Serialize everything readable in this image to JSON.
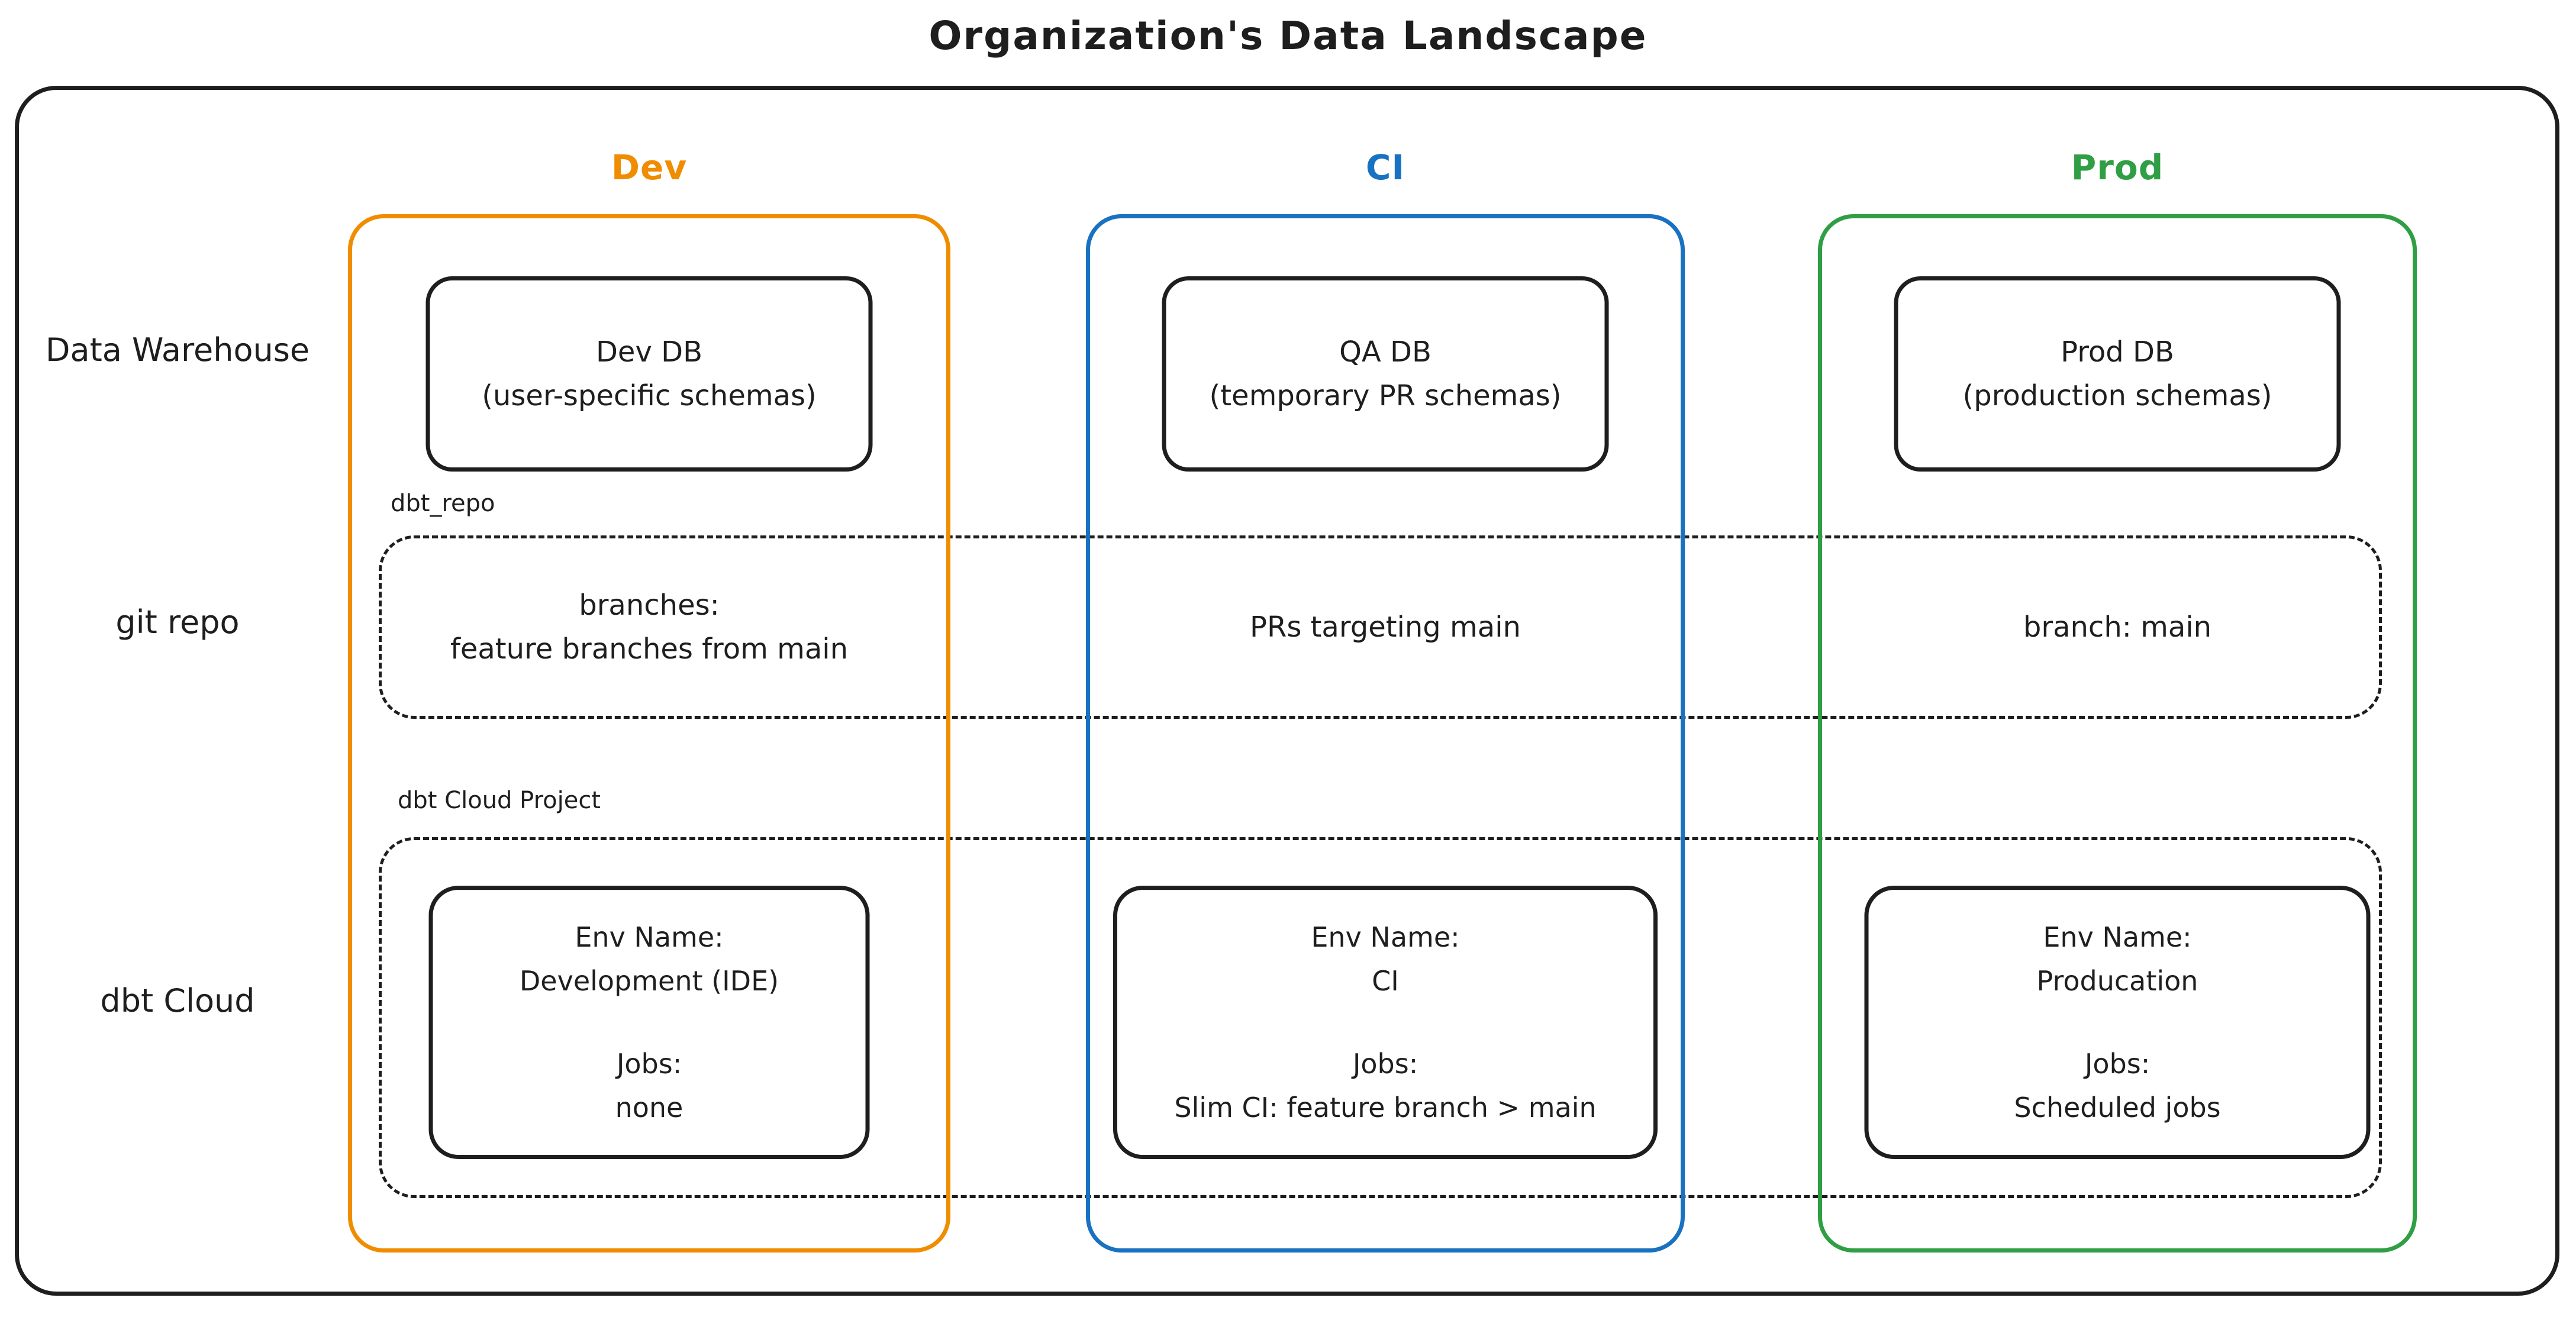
{
  "title": "Organization's Data Landscape",
  "colors": {
    "ink": "#1e1e1e",
    "dev_accent": "#f08c00",
    "ci_accent": "#1971c2",
    "prod_accent": "#2f9e44"
  },
  "rows": [
    {
      "label": "Data Warehouse"
    },
    {
      "label": "git repo"
    },
    {
      "label": "dbt Cloud"
    }
  ],
  "containers": {
    "git_repo_label": "dbt_repo",
    "dbt_cloud_label": "dbt Cloud Project"
  },
  "columns": [
    {
      "id": "dev",
      "header": "Dev",
      "db_title": "Dev DB",
      "db_subtitle": "(user-specific schemas)",
      "git_lines": [
        "branches:",
        "feature branches from main"
      ],
      "env_label": "Env Name:",
      "env_name": "Development (IDE)",
      "jobs_label": "Jobs:",
      "jobs_value": "none"
    },
    {
      "id": "ci",
      "header": "CI",
      "db_title": "QA DB",
      "db_subtitle": "(temporary PR schemas)",
      "git_lines": [
        "PRs targeting main"
      ],
      "env_label": "Env Name:",
      "env_name": "CI",
      "jobs_label": "Jobs:",
      "jobs_value": "Slim CI: feature branch > main"
    },
    {
      "id": "prod",
      "header": "Prod",
      "db_title": "Prod DB",
      "db_subtitle": "(production schemas)",
      "git_lines": [
        "branch: main"
      ],
      "env_label": "Env Name:",
      "env_name": "Producation",
      "jobs_label": "Jobs:",
      "jobs_value": "Scheduled jobs"
    }
  ]
}
